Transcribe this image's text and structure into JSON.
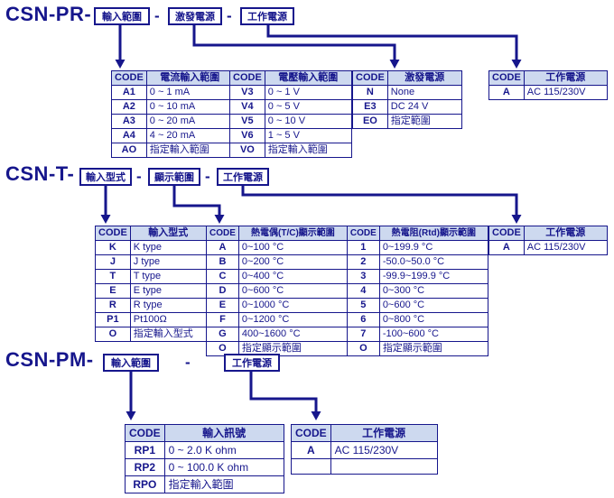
{
  "separator": "-",
  "colors": {
    "navy": "#16168c",
    "header_bg": "#cdd9ef"
  },
  "sections": {
    "pr": {
      "model": "CSN-PR-",
      "boxes": [
        "輸入範圍",
        "激發電源",
        "工作電源"
      ],
      "tables": {
        "current": {
          "headers": [
            "CODE",
            "電流輸入範圍"
          ],
          "rows": [
            [
              "A1",
              "0 ~ 1 mA"
            ],
            [
              "A2",
              "0 ~ 10 mA"
            ],
            [
              "A3",
              "0 ~ 20 mA"
            ],
            [
              "A4",
              "4 ~ 20 mA"
            ],
            [
              "AO",
              "指定輸入範圍"
            ]
          ]
        },
        "voltage": {
          "headers": [
            "CODE",
            "電壓輸入範圍"
          ],
          "rows": [
            [
              "V3",
              "0 ~ 1 V"
            ],
            [
              "V4",
              "0 ~ 5 V"
            ],
            [
              "V5",
              "0 ~ 10 V"
            ],
            [
              "V6",
              "1 ~ 5 V"
            ],
            [
              "VO",
              "指定輸入範圍"
            ]
          ]
        },
        "excitation": {
          "headers": [
            "CODE",
            "激發電源"
          ],
          "rows": [
            [
              "N",
              "None"
            ],
            [
              "E3",
              "DC 24 V"
            ],
            [
              "EO",
              "指定範圍"
            ]
          ]
        },
        "power": {
          "headers": [
            "CODE",
            "工作電源"
          ],
          "rows": [
            [
              "A",
              "AC 115/230V"
            ]
          ]
        }
      }
    },
    "t": {
      "model": "CSN-T-",
      "boxes": [
        "輸入型式",
        "顯示範圍",
        "工作電源"
      ],
      "tables": {
        "input_type": {
          "headers": [
            "CODE",
            "輸入型式"
          ],
          "rows": [
            [
              "K",
              "K type"
            ],
            [
              "J",
              "J type"
            ],
            [
              "T",
              "T type"
            ],
            [
              "E",
              "E type"
            ],
            [
              "R",
              "R type"
            ],
            [
              "P1",
              "Pt100Ω"
            ],
            [
              "O",
              "指定輸入型式"
            ]
          ]
        },
        "display_range": {
          "headers": [
            "CODE",
            "熱電偶(T/C)顯示範圍",
            "CODE",
            "熱電阻(Rtd)顯示範圍"
          ],
          "rows": [
            [
              "A",
              "0~100 °C",
              "1",
              "0~199.9 °C"
            ],
            [
              "B",
              "0~200 °C",
              "2",
              "-50.0~50.0 °C"
            ],
            [
              "C",
              "0~400 °C",
              "3",
              "-99.9~199.9 °C"
            ],
            [
              "D",
              "0~600 °C",
              "4",
              "0~300 °C"
            ],
            [
              "E",
              "0~1000 °C",
              "5",
              "0~600 °C"
            ],
            [
              "F",
              "0~1200 °C",
              "6",
              "0~800 °C"
            ],
            [
              "G",
              "400~1600 °C",
              "7",
              "-100~600 °C"
            ],
            [
              "O",
              "指定顯示範圍",
              "O",
              "指定顯示範圍"
            ]
          ]
        },
        "power": {
          "headers": [
            "CODE",
            "工作電源"
          ],
          "rows": [
            [
              "A",
              "AC 115/230V"
            ]
          ]
        }
      }
    },
    "pm": {
      "model": "CSN-PM-",
      "boxes": [
        "輸入範圍",
        "工作電源"
      ],
      "tables": {
        "signal": {
          "headers": [
            "CODE",
            "輸入訊號"
          ],
          "rows": [
            [
              "RP1",
              "0 ~ 2.0 K ohm"
            ],
            [
              "RP2",
              "0 ~ 100.0 K ohm"
            ],
            [
              "RPO",
              "指定輸入範圍"
            ]
          ]
        },
        "power": {
          "headers": [
            "CODE",
            "工作電源"
          ],
          "rows": [
            [
              "A",
              "AC 115/230V"
            ],
            [
              "",
              ""
            ]
          ]
        }
      }
    }
  }
}
